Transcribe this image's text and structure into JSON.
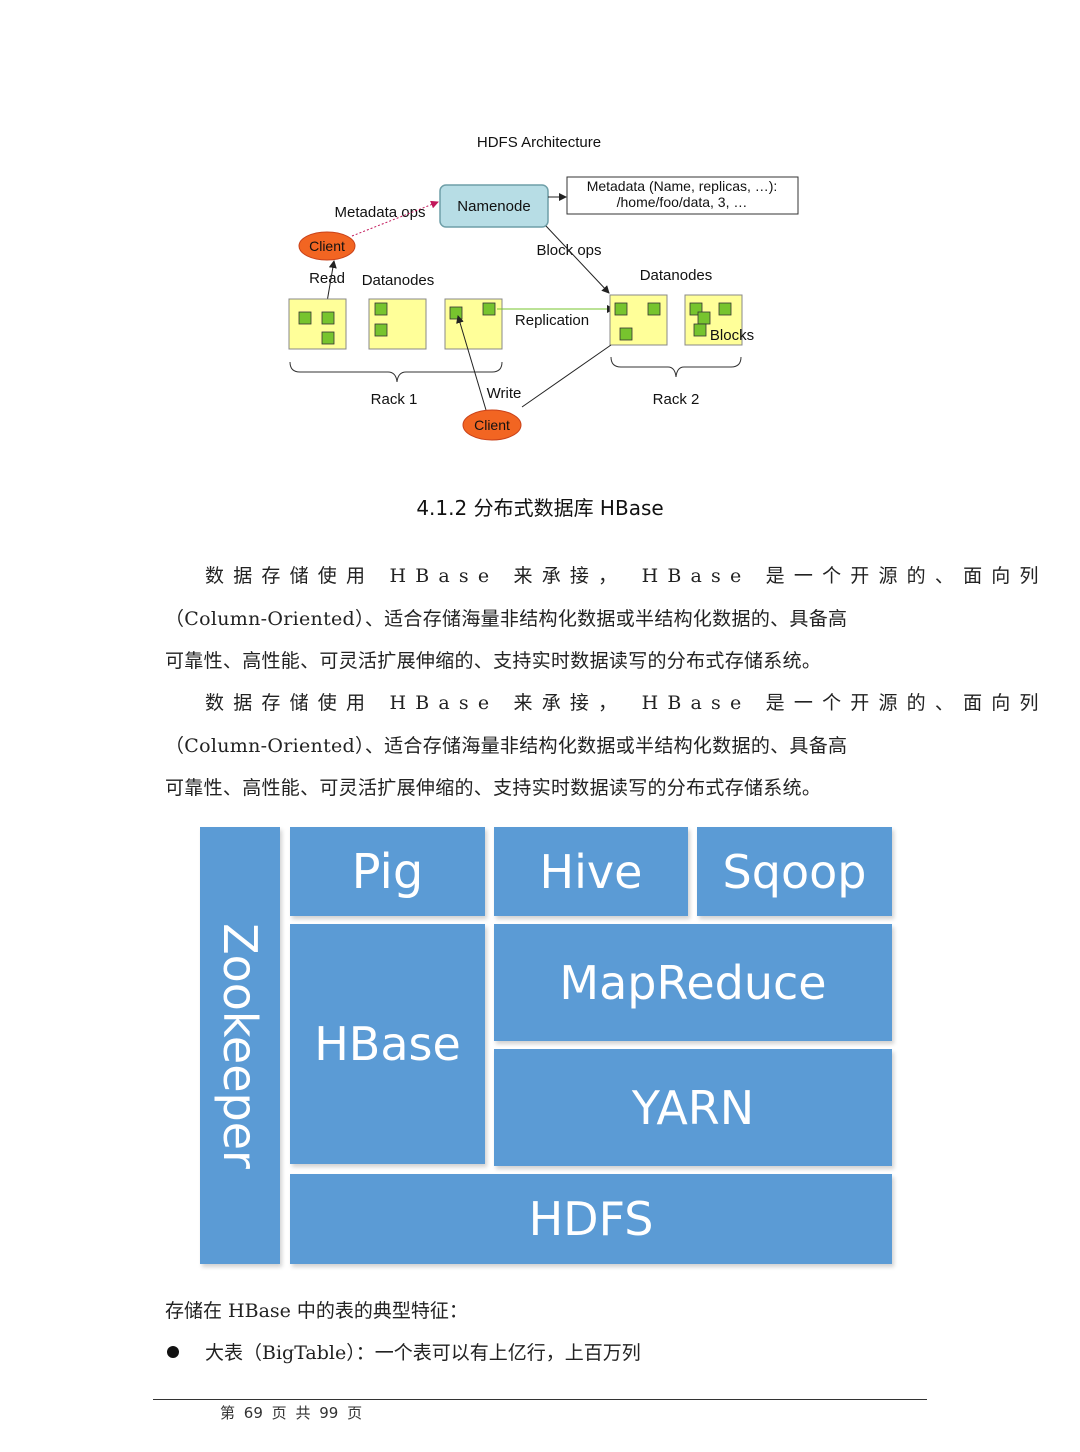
{
  "diagram": {
    "title": "HDFS Architecture",
    "namenode": "Namenode",
    "metadata_line1": "Metadata (Name, replicas, …):",
    "metadata_line2": "/home/foo/data, 3, …",
    "metadata_ops": "Metadata ops",
    "client_top": "Client",
    "block_ops": "Block ops",
    "read": "Read",
    "datanodes_left": "Datanodes",
    "datanodes_right": "Datanodes",
    "replication": "Replication",
    "blocks": "Blocks",
    "rack1": "Rack 1",
    "rack2": "Rack 2",
    "write": "Write",
    "client_bottom": "Client",
    "colors": {
      "client": "#f26522",
      "namenode": "#b7dde5",
      "datanode": "#ffff99",
      "block": "#77c42e"
    }
  },
  "section_title": "4.1.2  分布式数据库 HBase",
  "paragraphs": [
    {
      "line1": "数据存储使用 HBase 来承接， HBase 是一个开源的、面向列",
      "line2": "（Column-Oriented）、适合存储海量非结构化数据或半结构化数据的、具备高",
      "line3": "可靠性、高性能、可灵活扩展伸缩的、支持实时数据读写的分布式存储系统。"
    },
    {
      "line1": "数据存储使用 HBase 来承接， HBase 是一个开源的、面向列",
      "line2": "（Column-Oriented）、适合存储海量非结构化数据或半结构化数据的、具备高",
      "line3": "可靠性、高性能、可灵活扩展伸缩的、支持实时数据读写的分布式存储系统。"
    }
  ],
  "stack": {
    "color": "#5b9bd5",
    "zookeeper": "Zookeeper",
    "pig": "Pig",
    "hive": "Hive",
    "sqoop": "Sqoop",
    "hbase": "HBase",
    "mapreduce": "MapReduce",
    "yarn": "YARN",
    "hdfs": "HDFS"
  },
  "features_intro": "存储在 HBase 中的表的典型特征：",
  "bullets": [
    "大表（BigTable）：一个表可以有上亿行，上百万列"
  ],
  "footer": {
    "page_prefix": "第",
    "page_current": "69",
    "page_mid1": "页",
    "page_mid2": "共",
    "page_total": "99",
    "page_suffix": "页"
  }
}
